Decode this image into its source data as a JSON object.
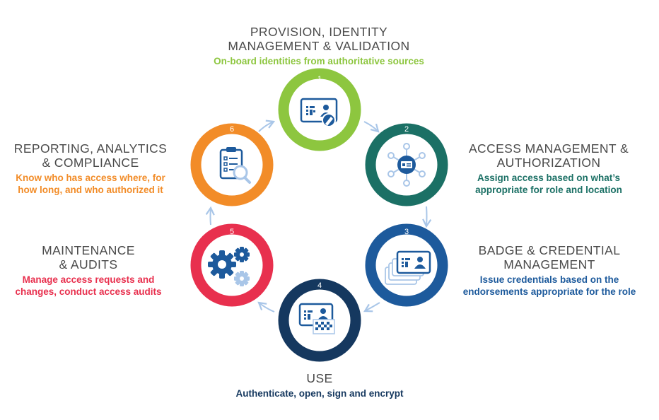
{
  "colors": {
    "green": "#8dc63f",
    "teal": "#1b7065",
    "blue": "#1d5a9c",
    "navy": "#15385f",
    "red": "#e8304e",
    "orange": "#f28c28",
    "arrow": "#a9c6e8",
    "title": "#4a4a4a"
  },
  "stages": [
    {
      "number": "1",
      "title_line1": "PROVISION, IDENTITY",
      "title_line2": "MANAGEMENT & VALIDATION",
      "desc_line1": "On-board identities from authoritative sources",
      "desc_line2": "",
      "icon": "id-card-pencil-icon"
    },
    {
      "number": "2",
      "title_line1": "ACCESS MANAGEMENT &",
      "title_line2": "AUTHORIZATION",
      "desc_line1": "Assign access based on what’s",
      "desc_line2": "appropriate for role and location",
      "icon": "network-card-icon"
    },
    {
      "number": "3",
      "title_line1": "BADGE & CREDENTIAL",
      "title_line2": "MANAGEMENT",
      "desc_line1": "Issue credentials based on the",
      "desc_line2": "endorsements appropriate for the role",
      "icon": "stacked-cards-icon"
    },
    {
      "number": "4",
      "title_line1": "USE",
      "title_line2": "",
      "desc_line1": "Authenticate, open, sign and encrypt",
      "desc_line2": "",
      "icon": "id-card-qr-icon"
    },
    {
      "number": "5",
      "title_line1": "MAINTENANCE",
      "title_line2": "& AUDITS",
      "desc_line1": "Manage access requests and",
      "desc_line2": "changes, conduct access audits",
      "icon": "gears-icon"
    },
    {
      "number": "6",
      "title_line1": "REPORTING, ANALYTICS",
      "title_line2": "& COMPLIANCE",
      "desc_line1": "Know who has access where, for",
      "desc_line2": "how long, and who authorized it",
      "icon": "clipboard-magnifier-icon"
    }
  ]
}
